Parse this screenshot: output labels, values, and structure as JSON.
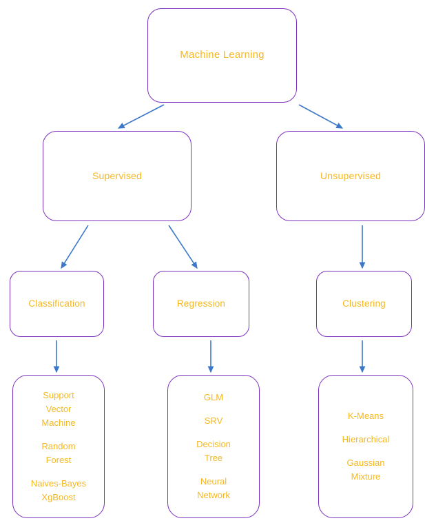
{
  "diagram": {
    "title": "Machine Learning taxonomy flowchart",
    "colors": {
      "node_border": "#7B2FBE",
      "node_text": "#F5B820",
      "connector": "#3C78C8",
      "background": "#FFFFFF"
    },
    "nodes": {
      "root": {
        "label": "Machine Learning"
      },
      "supervised": {
        "label": "Supervised"
      },
      "unsupervised": {
        "label": "Unsupervised"
      },
      "classification": {
        "label": "Classification"
      },
      "regression": {
        "label": "Regression"
      },
      "clustering": {
        "label": "Clustering"
      },
      "classification_algorithms": {
        "groups": [
          {
            "lines": [
              "Support",
              "Vector",
              "Machine"
            ]
          },
          {
            "lines": [
              "Random",
              "Forest"
            ]
          },
          {
            "lines": [
              "Naives-Bayes",
              "XgBoost"
            ]
          }
        ]
      },
      "regression_algorithms": {
        "groups": [
          {
            "lines": [
              "GLM"
            ]
          },
          {
            "lines": [
              "SRV"
            ]
          },
          {
            "lines": [
              "Decision",
              "Tree"
            ]
          },
          {
            "lines": [
              "Neural",
              "Network"
            ]
          }
        ]
      },
      "clustering_algorithms": {
        "groups": [
          {
            "lines": [
              "K-Means"
            ]
          },
          {
            "lines": [
              "Hierarchical"
            ]
          },
          {
            "lines": [
              "Gaussian",
              "Mixture"
            ]
          }
        ]
      }
    },
    "edges": [
      {
        "from": "root",
        "to": "supervised",
        "style": "diagonal-arrow"
      },
      {
        "from": "root",
        "to": "unsupervised",
        "style": "diagonal-arrow"
      },
      {
        "from": "supervised",
        "to": "classification",
        "style": "diagonal-arrow"
      },
      {
        "from": "supervised",
        "to": "regression",
        "style": "diagonal-arrow"
      },
      {
        "from": "unsupervised",
        "to": "clustering",
        "style": "vertical-arrow"
      },
      {
        "from": "classification",
        "to": "classification_algorithms",
        "style": "vertical-arrow"
      },
      {
        "from": "regression",
        "to": "regression_algorithms",
        "style": "vertical-arrow"
      },
      {
        "from": "clustering",
        "to": "clustering_algorithms",
        "style": "vertical-arrow"
      }
    ]
  }
}
